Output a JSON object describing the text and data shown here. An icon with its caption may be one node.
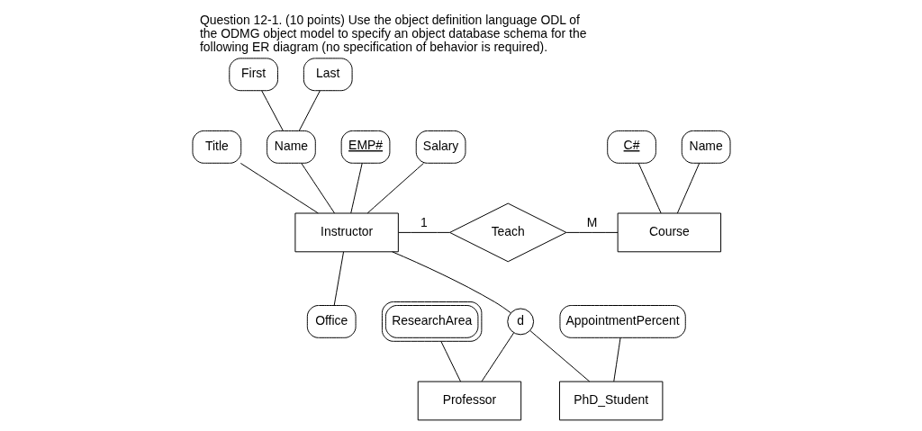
{
  "diagram": {
    "title": "Question 12-1. (10 points) Use the object definition language ODL of the ODMG object model to specify an object database schema for the following ER diagram (no specification of behavior is required).",
    "nodes": [
      {
        "text": [
          "EMP#"
        ]
      },
      {
        "text": [
          "Salary"
        ]
      },
      {
        "text": [
          "Title"
        ]
      },
      {
        "text": [
          "First"
        ]
      },
      {
        "text": [
          "Instructor"
        ]
      },
      {
        "text": [
          "Teach"
        ]
      },
      {
        "text": [
          "C#"
        ]
      },
      {
        "text": [
          "Name"
        ]
      },
      {
        "text": [
          "Course"
        ]
      },
      {
        "text": [
          "Name"
        ]
      },
      {
        "text": [
          "Office"
        ]
      },
      {
        "text": [
          "Last"
        ]
      },
      {
        "text": [
          "d"
        ]
      },
      {
        "text": [
          "Professor"
        ]
      },
      {
        "text": [
          "PhD_Student"
        ]
      },
      {
        "text": [
          "AppointmentPercent"
        ]
      },
      {
        "text": [
          "ResearchArea"
        ]
      }
    ],
    "edges": [
      {
        "from": 0,
        "to": 4,
        "arrow": "none"
      },
      {
        "from": 1,
        "to": 4,
        "arrow": "none"
      },
      {
        "from": 2,
        "to": 4,
        "arrow": "none"
      },
      {
        "from": 3,
        "to": 9,
        "arrow": "none"
      },
      {
        "from": 11,
        "to": 9,
        "arrow": "none"
      },
      {
        "from": 9,
        "to": 4,
        "arrow": "none"
      },
      {
        "from": 4,
        "to": 10,
        "arrow": "none"
      },
      {
        "from": 4,
        "to": 5,
        "arrow": "none",
        "label": "1"
      },
      {
        "from": 5,
        "to": 8,
        "arrow": "none",
        "label": "M"
      },
      {
        "from": 6,
        "to": 8,
        "arrow": "none"
      },
      {
        "from": 7,
        "to": 8,
        "arrow": "none"
      },
      {
        "from": 4,
        "to": 12,
        "arrow": "none"
      },
      {
        "from": 12,
        "to": 13,
        "arrow": "none"
      },
      {
        "from": 12,
        "to": 14,
        "arrow": "none"
      },
      {
        "from": 15,
        "to": 14,
        "arrow": "none"
      },
      {
        "from": 16,
        "to": 13,
        "arrow": "none"
      }
    ]
  }
}
